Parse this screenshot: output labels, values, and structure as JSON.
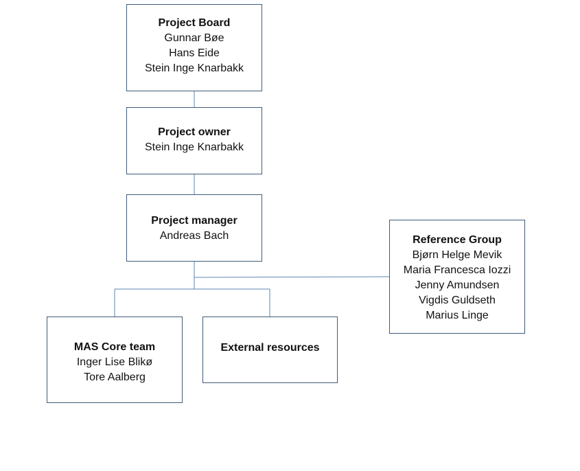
{
  "chart": {
    "project_board": {
      "title": "Project Board",
      "members": [
        "Gunnar Bøe",
        "Hans Eide",
        "Stein Inge Knarbakk"
      ]
    },
    "project_owner": {
      "title": "Project owner",
      "members": [
        "Stein Inge Knarbakk"
      ]
    },
    "project_manager": {
      "title": "Project manager",
      "members": [
        "Andreas Bach"
      ]
    },
    "reference_group": {
      "title": "Reference Group",
      "members": [
        "Bjørn Helge Mevik",
        "Maria Francesca Iozzi",
        "Jenny Amundsen",
        "Vigdis Guldseth",
        "Marius Linge"
      ]
    },
    "mas_core_team": {
      "title": "MAS Core team",
      "members": [
        "Inger Lise Blikø",
        "Tore Aalberg"
      ]
    },
    "external_resources": {
      "title": "External resources",
      "members": []
    }
  },
  "colors": {
    "box_border": "#3f5a7a",
    "connector": "#5b86b5"
  }
}
